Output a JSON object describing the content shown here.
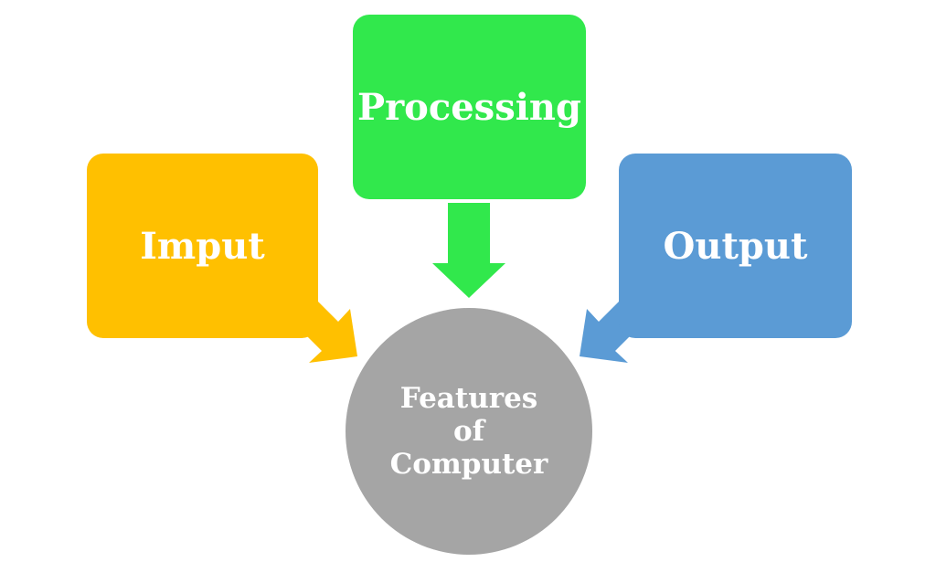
{
  "diagram": {
    "nodes": {
      "input": {
        "label": "Imput",
        "color": "#ffc000"
      },
      "processing": {
        "label": "Processing",
        "color": "#31e84c"
      },
      "output": {
        "label": "Output",
        "color": "#5b9bd5"
      }
    },
    "center": {
      "line1": "Features",
      "line2": "of",
      "line3": "Computer",
      "color": "#a5a5a5"
    },
    "edges": [
      {
        "from": "input",
        "to": "center"
      },
      {
        "from": "processing",
        "to": "center"
      },
      {
        "from": "output",
        "to": "center"
      }
    ]
  }
}
